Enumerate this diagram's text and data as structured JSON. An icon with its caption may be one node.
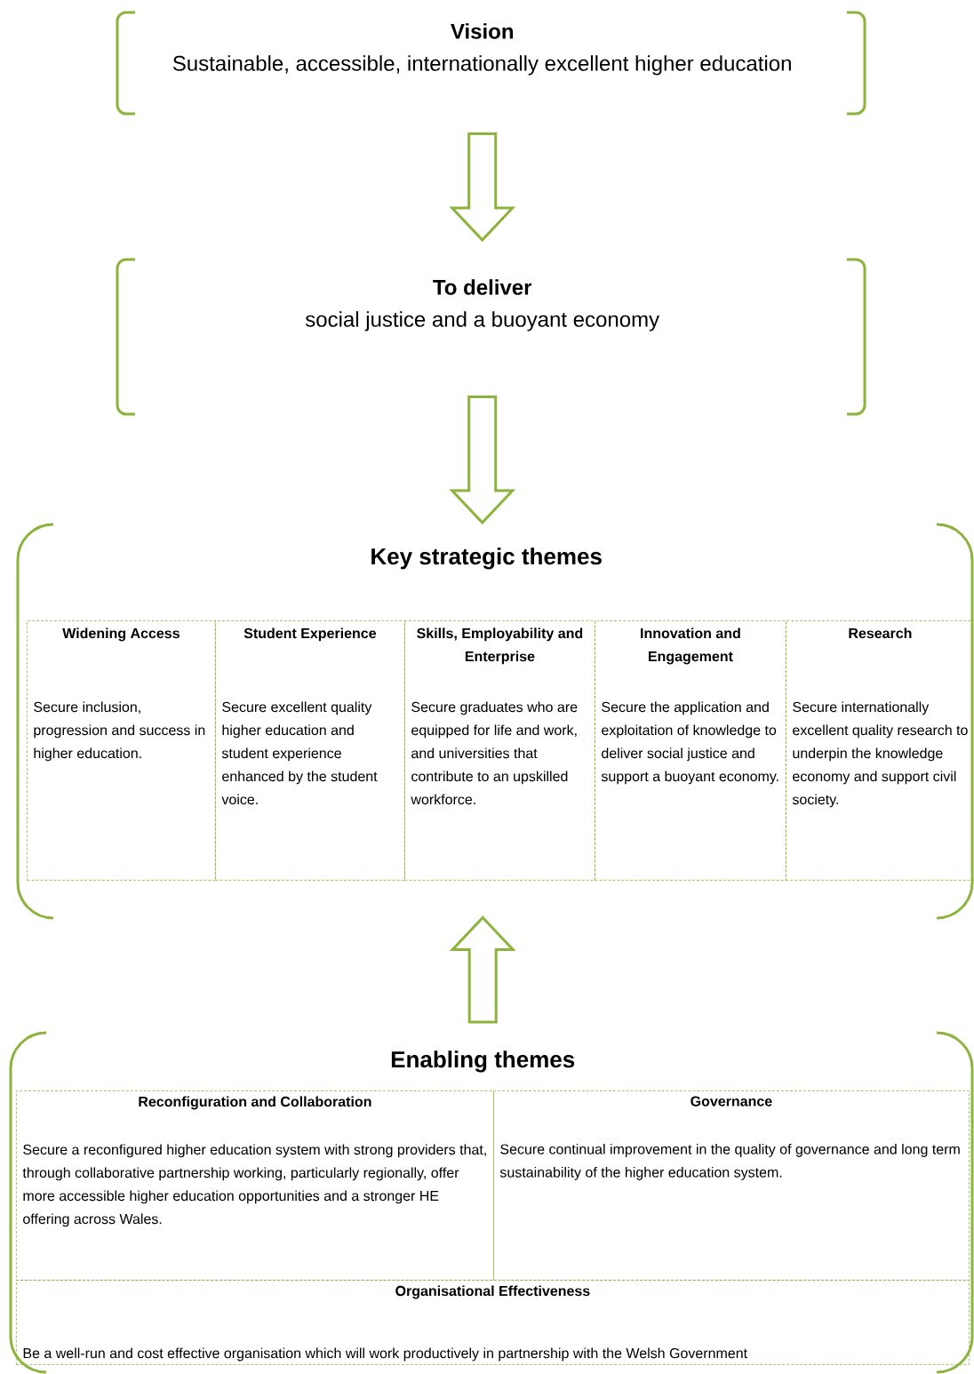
{
  "diagram": {
    "nodes": [
      {
        "text": [
          "Vision",
          "Sustainable, accessible, internationally excellent higher education"
        ]
      },
      {
        "text": [
          "To deliver",
          "social justice and a buoyant economy"
        ]
      },
      {
        "text": [
          "Key strategic themes"
        ]
      },
      {
        "text": [
          "Widening Access",
          "Secure inclusion, progression and success in higher education."
        ],
        "in": 2
      },
      {
        "text": [
          "Student Experience",
          "Secure excellent quality higher education and student experience enhanced by the student voice."
        ],
        "in": 2
      },
      {
        "text": [
          "Skills, Employability and Enterprise",
          "Secure graduates who are equipped for life and work, and universities that contribute to an upskilled workforce."
        ],
        "in": 2
      },
      {
        "text": [
          "Innovation and Engagement",
          "Secure the application and exploitation of knowledge to deliver social justice and support a buoyant economy."
        ],
        "in": 2
      },
      {
        "text": [
          "Research",
          "Secure internationally excellent quality research to underpin the knowledge economy and support civil society."
        ],
        "in": 2
      },
      {
        "text": [
          "Enabling themes"
        ]
      },
      {
        "text": [
          "Reconfiguration and Collaboration",
          "Secure a reconfigured higher education system with strong providers that, through collaborative partnership working, particularly regionally, offer more accessible higher education opportunities and a stronger HE offering across Wales."
        ],
        "in": 8
      },
      {
        "text": [
          "Governance",
          "Secure continual improvement in the quality of governance and long term sustainability of the higher education system."
        ],
        "in": 8
      },
      {
        "text": [
          "Organisational Effectiveness",
          "Be a well-run and cost effective organisation which will work productively in partnership with the Welsh Government"
        ],
        "in": 8
      }
    ],
    "edges": [
      {
        "from": 0,
        "to": 1,
        "arrow": "to"
      },
      {
        "from": 1,
        "to": 2,
        "arrow": "to"
      },
      {
        "from": 8,
        "to": 2,
        "arrow": "to"
      }
    ]
  }
}
